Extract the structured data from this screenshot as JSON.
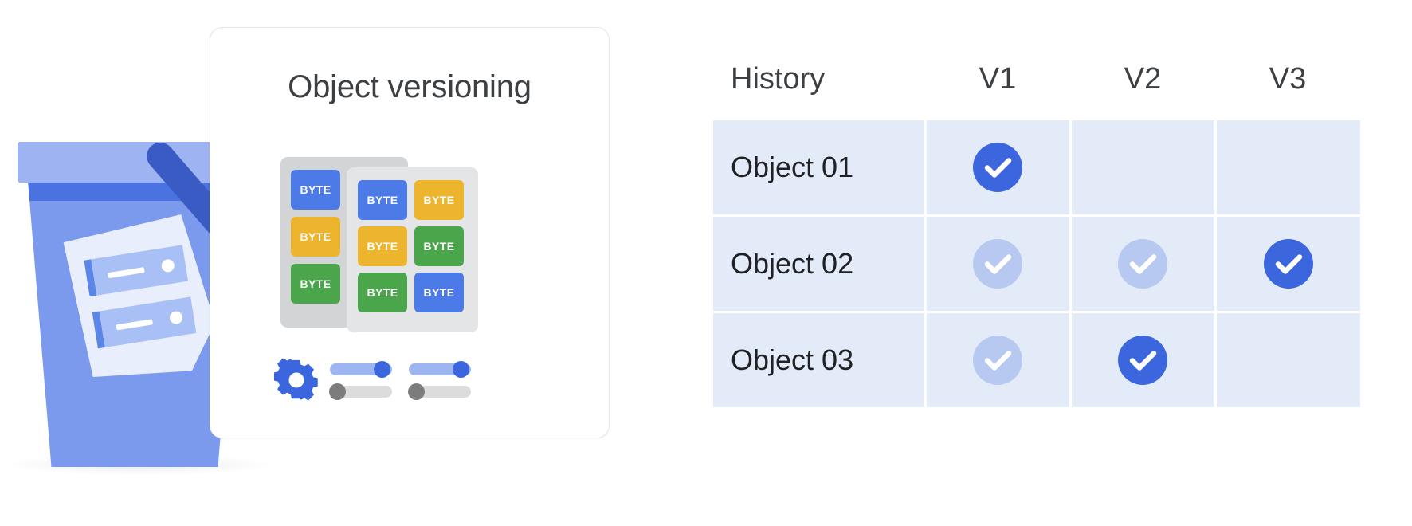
{
  "card": {
    "title": "Object versioning",
    "byte_label": "BYTE",
    "byte_stack_back": [
      {
        "label": "BYTE",
        "color_name": "blue",
        "color": "#4C7BE8"
      },
      {
        "label": "BYTE",
        "color_name": "yellow",
        "color": "#EDB42D"
      },
      {
        "label": "BYTE",
        "color_name": "green",
        "color": "#4BA64B"
      }
    ],
    "byte_stack_front": [
      {
        "label": "BYTE",
        "color_name": "blue",
        "color": "#4C7BE8"
      },
      {
        "label": "BYTE",
        "color_name": "yellow",
        "color": "#EDB42D"
      },
      {
        "label": "BYTE",
        "color_name": "yellow",
        "color": "#EDB42D"
      },
      {
        "label": "BYTE",
        "color_name": "green",
        "color": "#4BA64B"
      },
      {
        "label": "BYTE",
        "color_name": "green",
        "color": "#4BA64B"
      },
      {
        "label": "BYTE",
        "color_name": "blue",
        "color": "#4C7BE8"
      }
    ],
    "controls": {
      "gear_icon": "gear-icon",
      "sliders": [
        {
          "name": "slider-1-active",
          "state": "on",
          "fill": "#9DB6F2",
          "knob": "#3B66DE",
          "knob_position_pct": 74
        },
        {
          "name": "slider-1-muted",
          "state": "off",
          "fill": "#DCDCDC",
          "knob": "#7C7C7C",
          "knob_position_pct": 0
        },
        {
          "name": "slider-2-active",
          "state": "on",
          "fill": "#9DB6F2",
          "knob": "#3B66DE",
          "knob_position_pct": 74
        },
        {
          "name": "slider-2-muted",
          "state": "off",
          "fill": "#DCDCDC",
          "knob": "#7C7C7C",
          "knob_position_pct": 0
        }
      ]
    }
  },
  "illustration": {
    "name": "storage-bucket-illustration",
    "bucket_color": "#7B9AEE",
    "lid_color": "#9EB4F2",
    "band_color": "#4A72E0",
    "bar_color": "#3B5BC4",
    "document_color": "#E8EEFB"
  },
  "table": {
    "headers": [
      "History",
      "V1",
      "V2",
      "V3"
    ],
    "rows": [
      {
        "name": "Object 01",
        "cells": [
          {
            "state": "current",
            "icon": "check-icon"
          },
          {
            "state": "empty",
            "icon": ""
          },
          {
            "state": "empty",
            "icon": ""
          }
        ]
      },
      {
        "name": "Object 02",
        "cells": [
          {
            "state": "archived",
            "icon": "check-icon"
          },
          {
            "state": "archived",
            "icon": "check-icon"
          },
          {
            "state": "current",
            "icon": "check-icon"
          }
        ]
      },
      {
        "name": "Object 03",
        "cells": [
          {
            "state": "archived",
            "icon": "check-icon"
          },
          {
            "state": "current",
            "icon": "check-icon"
          },
          {
            "state": "empty",
            "icon": ""
          }
        ]
      }
    ],
    "colors": {
      "cell_background": "#E3EAF8",
      "grid_line": "#FFFFFF",
      "check_current": "#3B66DE",
      "check_archived": "#B7C9F0",
      "check_glyph": "#FFFFFF",
      "header_text": "#3C4043",
      "row_text": "#202124"
    }
  }
}
